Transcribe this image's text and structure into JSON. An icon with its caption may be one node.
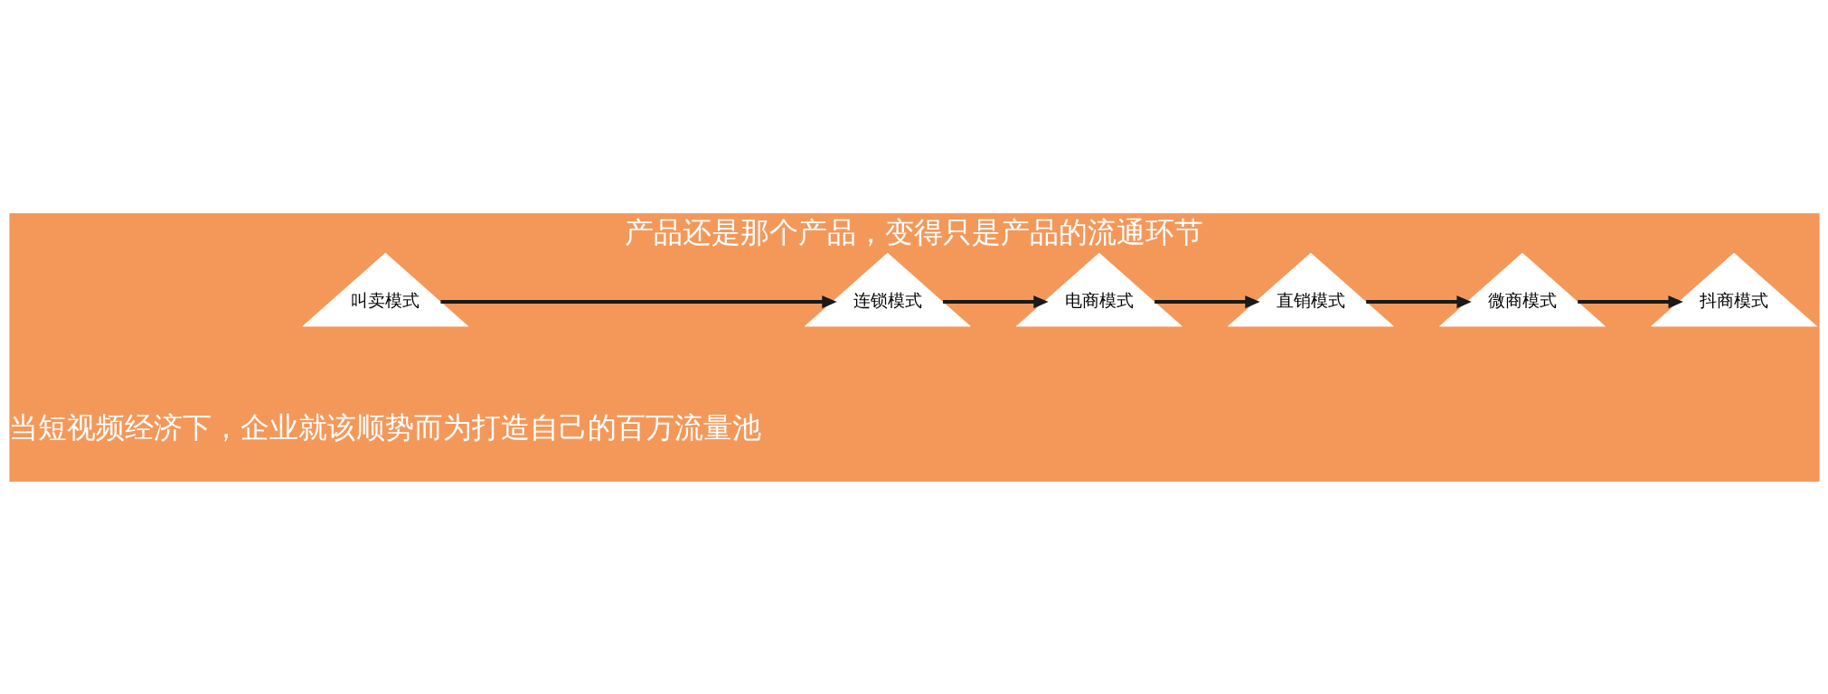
{
  "diagram": {
    "title": "产品还是那个产品，变得只是产品的流通环节",
    "caption": "当短视频经济下，企业就该顺势而为打造自己的百万流量池",
    "nodes": [
      {
        "text": [
          "叫卖模式"
        ]
      },
      {
        "text": [
          "连锁模式"
        ]
      },
      {
        "text": [
          "电商模式"
        ]
      },
      {
        "text": [
          "直销模式"
        ]
      },
      {
        "text": [
          "微商模式"
        ]
      },
      {
        "text": [
          "抖商模式"
        ]
      }
    ],
    "edges": [
      {
        "from": 0,
        "to": 1,
        "arrow": "to"
      },
      {
        "from": 1,
        "to": 2,
        "arrow": "to"
      },
      {
        "from": 2,
        "to": 3,
        "arrow": "to"
      },
      {
        "from": 3,
        "to": 4,
        "arrow": "to"
      },
      {
        "from": 4,
        "to": 5,
        "arrow": "to"
      }
    ]
  }
}
